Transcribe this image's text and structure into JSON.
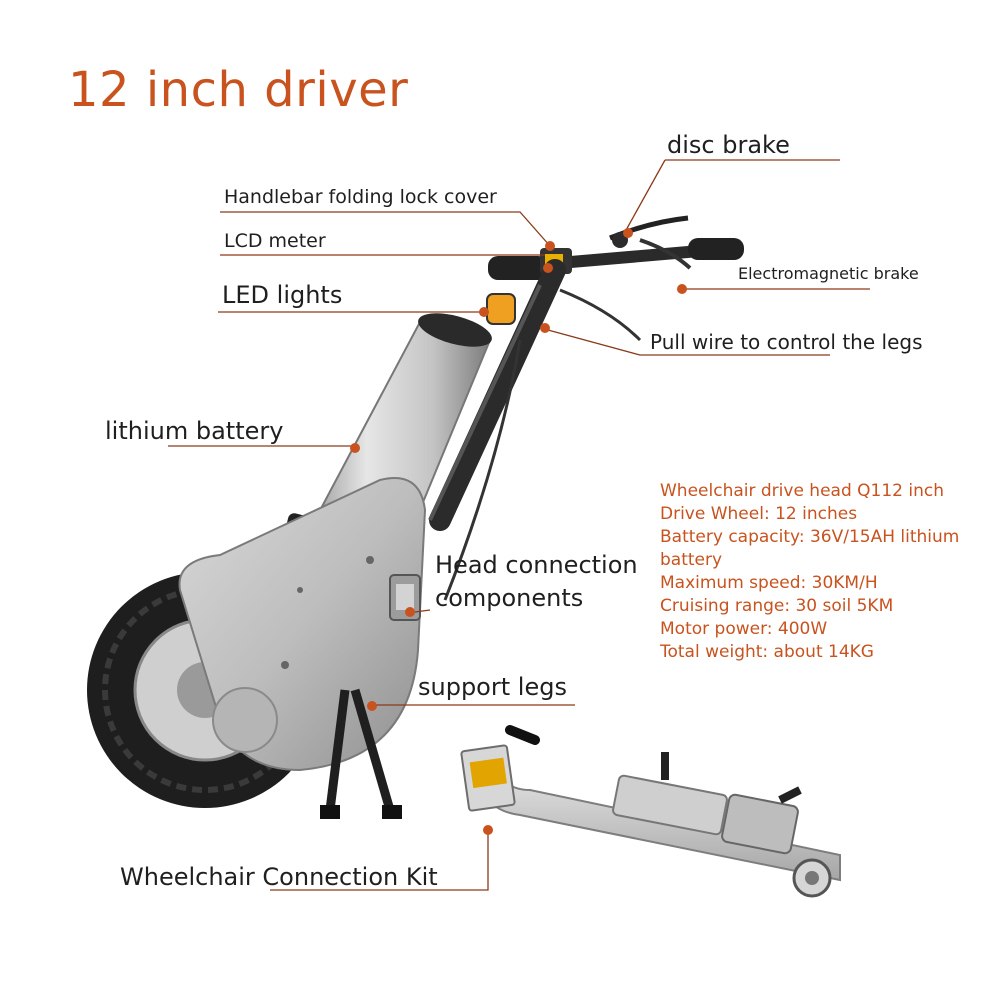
{
  "title": "12 inch driver",
  "labels": {
    "disc_brake": "disc brake",
    "handlebar_lock": "Handlebar folding lock cover",
    "lcd_meter": "LCD meter",
    "led_lights": "LED lights",
    "electromagnetic_brake": "Electromagnetic brake",
    "pull_wire": "Pull wire to control the legs",
    "lithium_battery": "lithium battery",
    "head_connection_1": "Head connection",
    "head_connection_2": "components",
    "support_legs": "support legs",
    "connection_kit": "Wheelchair Connection Kit"
  },
  "specs": [
    "Wheelchair drive head Q112 inch",
    "Drive Wheel: 12 inches",
    "Battery capacity: 36V/15AH lithium battery",
    "Maximum speed: 30KM/H",
    "Cruising range: 30 soil 5KM",
    "Motor power: 400W",
    "Total weight: about 14KG"
  ],
  "colors": {
    "accent": "#c8531f",
    "leader": "#8a3a1c",
    "text": "#1f1f1f",
    "silver": "#b8b8b8"
  }
}
